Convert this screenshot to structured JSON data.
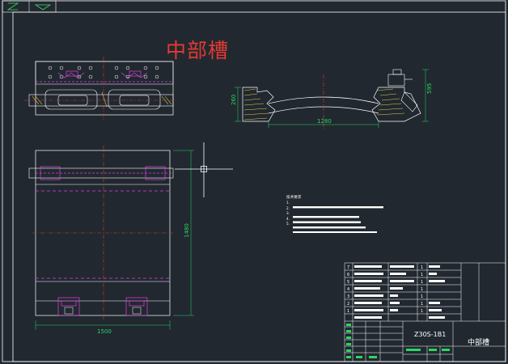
{
  "drawing": {
    "title": "中部槽",
    "dimensions": {
      "front_height": "260",
      "front_side": "595",
      "front_width": "1280",
      "plan_width": "1500",
      "plan_height": "1480"
    },
    "notes": {
      "title": "技术要求",
      "items": [
        "1.",
        "2.",
        "3.",
        "4.",
        "5."
      ]
    },
    "title_block": {
      "drawing_number": "Z30S-1B1",
      "part_name": "中部槽",
      "row_numbers": [
        "7",
        "6",
        "5",
        "4",
        "3",
        "2",
        "1"
      ],
      "side_numbers": [
        "1",
        "1",
        "1",
        "1",
        "1",
        "1",
        "1"
      ]
    }
  }
}
